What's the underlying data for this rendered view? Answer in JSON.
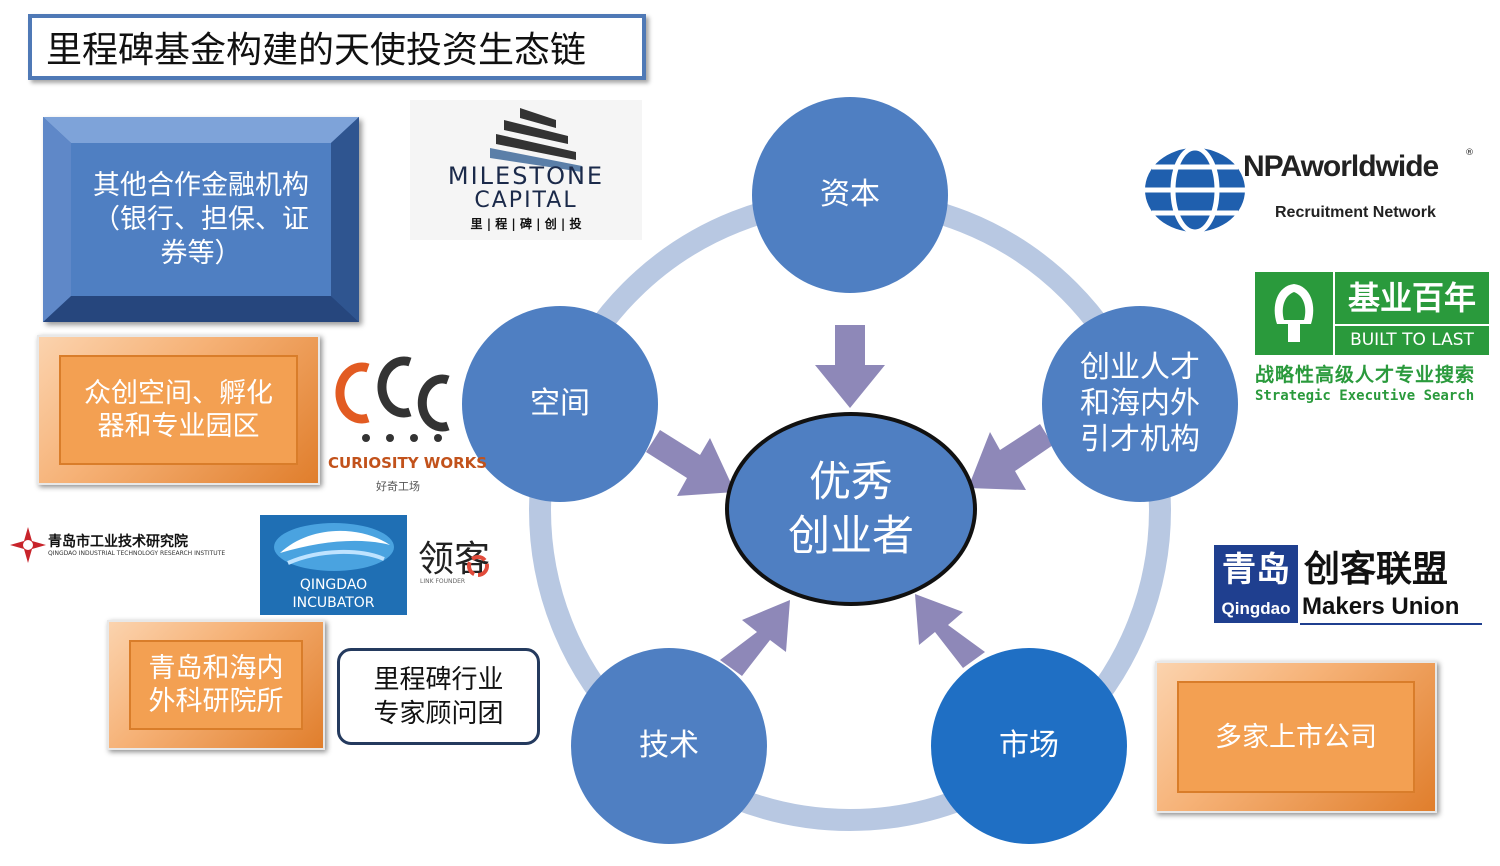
{
  "title": "里程碑基金构建的天使投资生态链",
  "blue_box": {
    "lines": [
      "其他合作金融机构",
      "（银行、担保、证",
      "券等）"
    ]
  },
  "orange_box_1": {
    "lines": [
      "众创空间、孵化",
      "器和专业园区"
    ]
  },
  "orange_box_2": {
    "lines": [
      "青岛和海内",
      "外科研院所"
    ]
  },
  "orange_box_3": {
    "text": "多家上市公司"
  },
  "advisor_box": {
    "lines": [
      "里程碑行业",
      "专家顾问团"
    ]
  },
  "center": {
    "lines": [
      "优秀",
      "创业者"
    ]
  },
  "nodes": {
    "capital": "资本",
    "talent": [
      "创业人才",
      "和海内外",
      "引才机构"
    ],
    "space": "空间",
    "tech": "技术",
    "market": "市场"
  },
  "logos": {
    "milestone": {
      "line1": "MILESTONE",
      "line2": "CAPITAL",
      "line3": "里 | 程 | 碑 | 创 | 投"
    },
    "npa": {
      "name": "NPAworldwide",
      "sub": "Recruitment Network",
      "mark": "®"
    },
    "builttolast": {
      "cn": "基业百年",
      "en": "BUILT TO LAST",
      "cn2": "战略性高级人才专业搜索",
      "en2": "Strategic Executive Search"
    },
    "curiosity": {
      "name": "CURIOSITY WORKS",
      "sub": "好奇工场"
    },
    "qitri": {
      "cn": "青岛市工业技术研究院",
      "en": "QINGDAO INDUSTRIAL TECHNOLOGY RESEARCH INSTITUTE"
    },
    "incubator": {
      "line1": "QINGDAO",
      "line2": "INCUBATOR"
    },
    "linkfounder": {
      "cn": "领客",
      "en": "LINK FOUNDER"
    },
    "makers": {
      "cn1": "青岛",
      "cn2": "创客联盟",
      "en1": "Qingdao",
      "en2": "Makers Union"
    }
  },
  "colors": {
    "node": "#4f7fc2",
    "ring": "#b8c8e2",
    "arrow": "#8e88b8",
    "orange": "#f29a4e",
    "title_border": "#4f79b6"
  }
}
